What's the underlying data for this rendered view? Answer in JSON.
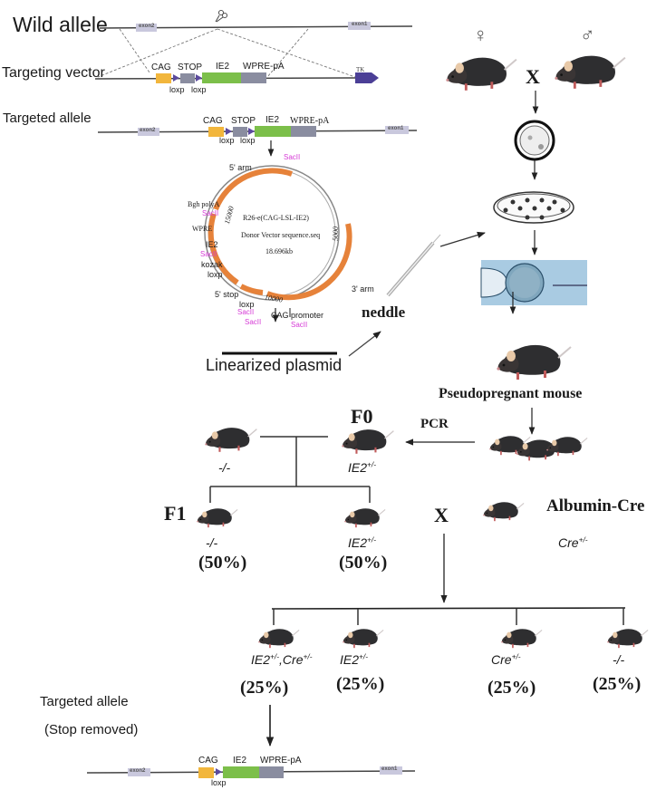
{
  "colors": {
    "cag": "#f2b63c",
    "stop": "#8a8da0",
    "ie2": "#7cbf4a",
    "wpre": "#8a8da0",
    "loxp": "#5b4a9e",
    "tk": "#4b3f96",
    "exon": "#c9c8dd",
    "plasmid_arc": "#e6823a",
    "saci": "#d63ad6",
    "line": "#333333"
  },
  "constructs": {
    "wild_allele": {
      "label": "Wild allele",
      "exon2": "exon2",
      "exon1": "exon1",
      "cut_icon": "scissors-icon"
    },
    "targeting_vector": {
      "label": "Targeting vector",
      "elements": [
        "CAG",
        "STOP",
        "IE2",
        "WPRE-pA",
        "TK"
      ],
      "loxp": [
        "loxp",
        "loxp"
      ]
    },
    "targeted_allele": {
      "label": "Targeted allele",
      "exon2": "exon2",
      "exon1": "exon1",
      "elements": [
        "CAG",
        "STOP",
        "IE2",
        "WPRE-pA"
      ],
      "loxp": [
        "loxp",
        "loxp"
      ]
    },
    "stop_removed_allele": {
      "label_line1": "Targeted allele",
      "label_line2": "(Stop removed)",
      "exon2": "exon2",
      "exon1": "exon1",
      "elements": [
        "CAG",
        "IE2",
        "WPRE-pA"
      ],
      "loxp": "loxp"
    }
  },
  "plasmid": {
    "name": "R26-e(CAG-LSL-IE2)",
    "subtitle": "Donor Vector sequence.seq",
    "size": "18.696kb",
    "ticks": [
      "5000",
      "10000",
      "15000"
    ],
    "features": {
      "arm5": "5' arm",
      "arm3": "3' arm",
      "bgh": "Bgh polyA",
      "wpre": "WPRE",
      "ie2": "IE2",
      "kozak": "kozak",
      "loxp1": "loxp",
      "stop5": "5' stop",
      "loxp2": "loxp",
      "cag": "CAG promoter"
    },
    "saci_sites": [
      "SacII",
      "SacII",
      "SacII",
      "SacII",
      "SacII",
      "SacII"
    ],
    "linearized_label": "Linearized plasmid",
    "needle_label": "neddle"
  },
  "breeding": {
    "female_symbol": "♀",
    "male_symbol": "♂",
    "cross_symbol": "X",
    "pseudopregnant_label": "Pseudopregnant mouse",
    "pcr_label": "PCR",
    "f0_label": "F0",
    "f1_label": "F1",
    "f0_wt": "-/-",
    "f0_ie2": "IE2",
    "f0_ie2_sup": "+/-",
    "f1": [
      {
        "genotype": "-/-",
        "sup": "",
        "percent": "(50%)"
      },
      {
        "genotype": "IE2",
        "sup": "+/-",
        "percent": "(50%)"
      }
    ],
    "albumin_label": "Albumin-Cre",
    "albumin_genotype": "Cre",
    "albumin_sup": "+/-",
    "cross2_symbol": "X",
    "f2": [
      {
        "g1": "IE2",
        "s1": "+/-",
        "g2": ",Cre",
        "s2": "+/-",
        "percent": "(25%)"
      },
      {
        "g1": "IE2",
        "s1": "+/-",
        "g2": "",
        "s2": "",
        "percent": "(25%)"
      },
      {
        "g1": "Cre",
        "s1": "+/-",
        "g2": "",
        "s2": "",
        "percent": "(25%)"
      },
      {
        "g1": "-/-",
        "s1": "",
        "g2": "",
        "s2": "",
        "percent": "(25%)"
      }
    ]
  }
}
